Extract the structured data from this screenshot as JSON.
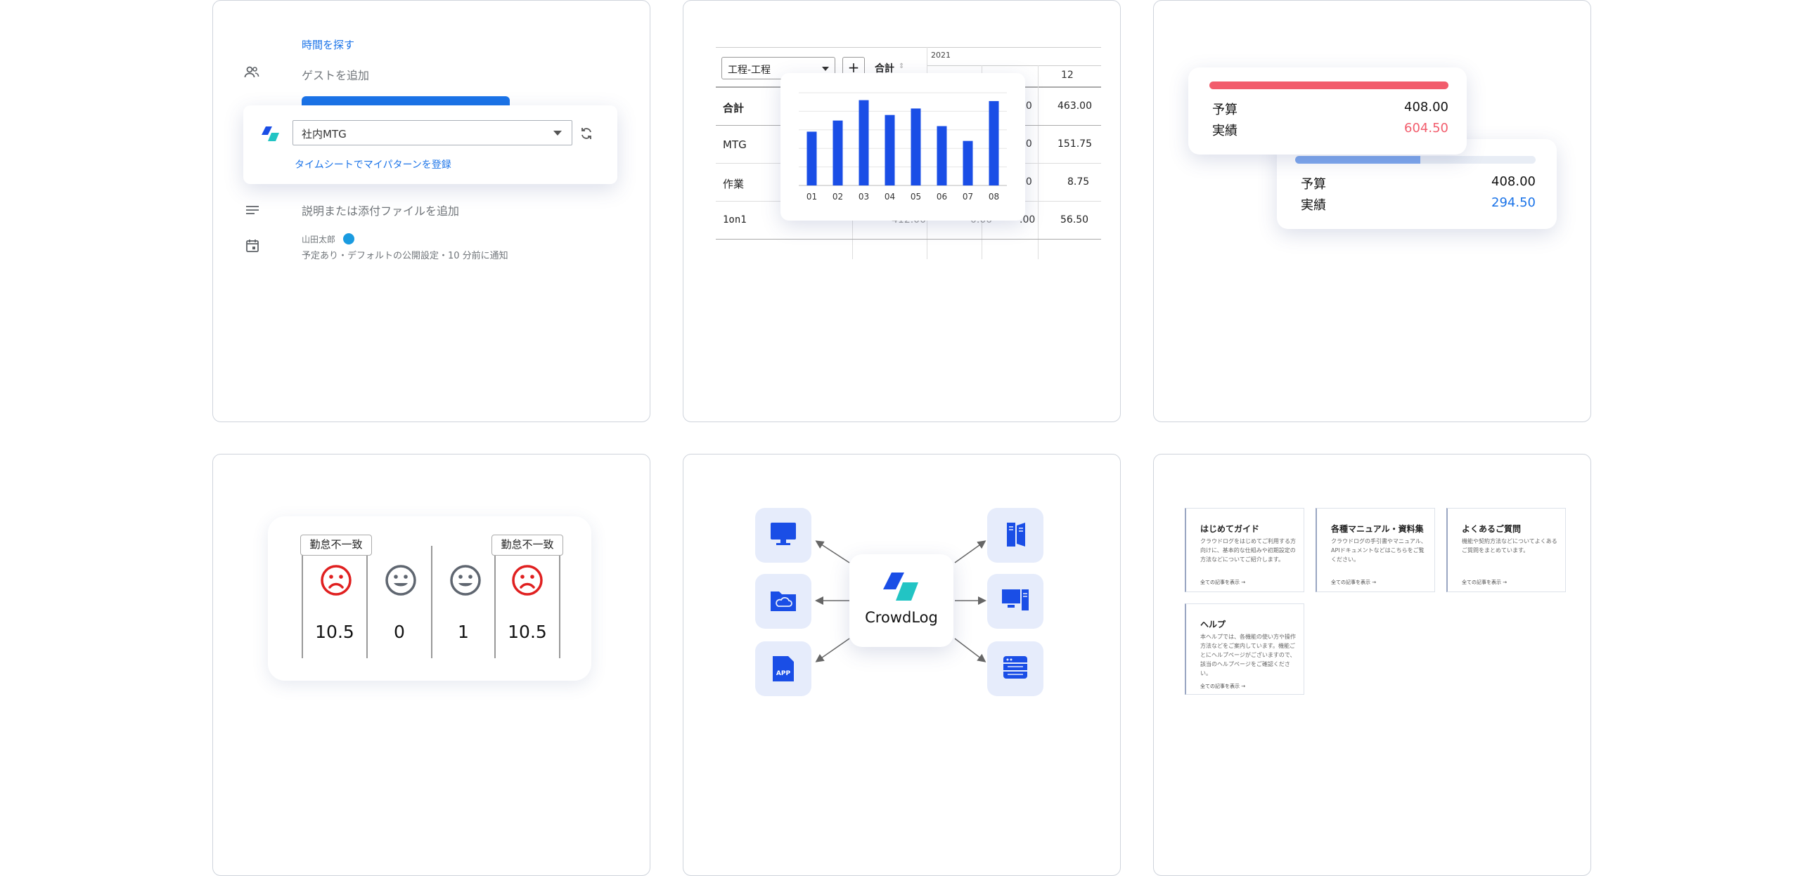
{
  "calendar": {
    "find_time": "時間を探す",
    "add_guest": "ゲストを追加",
    "select_value": "社内MTG",
    "register_link": "タイムシートでマイパターンを登録",
    "add_description": "説明または添付ファイルを追加",
    "owner": "山田太郎",
    "owner_color": "#1a9be0",
    "notify": "予定あり・デフォルトの公開設定・10 分前に通知"
  },
  "table": {
    "select_value": "工程-工程",
    "add_label": "+",
    "total_header": "合計",
    "year": "2021",
    "month": "12",
    "rows": [
      {
        "label": "合計",
        "partial": "00",
        "value": "463.00"
      },
      {
        "label": "MTG",
        "partial": "00",
        "value": "151.75"
      },
      {
        "label": "作業",
        "partial": "00",
        "value": "8.75"
      },
      {
        "label": "1on1",
        "partial": ".00",
        "value": "56.50",
        "faded1": "412.00",
        "faded2": "0.00"
      }
    ],
    "chart_data": {
      "type": "bar",
      "categories": [
        "01",
        "02",
        "03",
        "04",
        "05",
        "06",
        "07",
        "08"
      ],
      "values": [
        58,
        70,
        92,
        76,
        83,
        64,
        48,
        91
      ],
      "ylim": [
        0,
        100
      ],
      "grid": true,
      "color": "#1a4ee6"
    }
  },
  "budget": {
    "card1": {
      "budget_label": "予算",
      "budget_value": "408.00",
      "actual_label": "実績",
      "actual_value": "604.50",
      "bar_color": "#f25c6c",
      "progress": 1.0
    },
    "card2": {
      "budget_label": "予算",
      "budget_value": "408.00",
      "actual_label": "実績",
      "actual_value": "294.50",
      "bar_color": "#7ea8ee",
      "progress": 0.52
    }
  },
  "attendance": {
    "mismatch_label": "勤怠不一致",
    "columns": [
      {
        "mood": "sad",
        "value": "10.5",
        "flag": true
      },
      {
        "mood": "happy",
        "value": "0",
        "flag": false
      },
      {
        "mood": "happy",
        "value": "1",
        "flag": false
      },
      {
        "mood": "sad",
        "value": "10.5",
        "flag": true
      }
    ]
  },
  "integration": {
    "brand": "CrowdLog",
    "icons": [
      "desktop-icon",
      "folder-cloud-icon",
      "app-file-icon",
      "server-rack-icon",
      "computer-tower-icon",
      "storage-icon"
    ],
    "app_label": "APP"
  },
  "help": {
    "cards": [
      {
        "title": "はじめてガイド",
        "desc": "クラウドログをはじめてご利用する方向けに、基本的な仕組みや初期設定の方法などについてご紹介します。",
        "link": "全ての記事を表示 →"
      },
      {
        "title": "各種マニュアル・資料集",
        "desc": "クラウドログの手引書やマニュアル、APIドキュメントなどはこちらをご覧ください。",
        "link": "全ての記事を表示 →"
      },
      {
        "title": "よくあるご質問",
        "desc": "機能や契約方法などについてよくあるご質問をまとめています。",
        "link": "全ての記事を表示 →"
      },
      {
        "title": "ヘルプ",
        "desc": "本ヘルプでは、各機能の使い方や操作方法などをご案内しています。機能ごとにヘルプページがございますので、該当のヘルプページをご確認ください。",
        "link": "全ての記事を表示 →"
      }
    ]
  }
}
